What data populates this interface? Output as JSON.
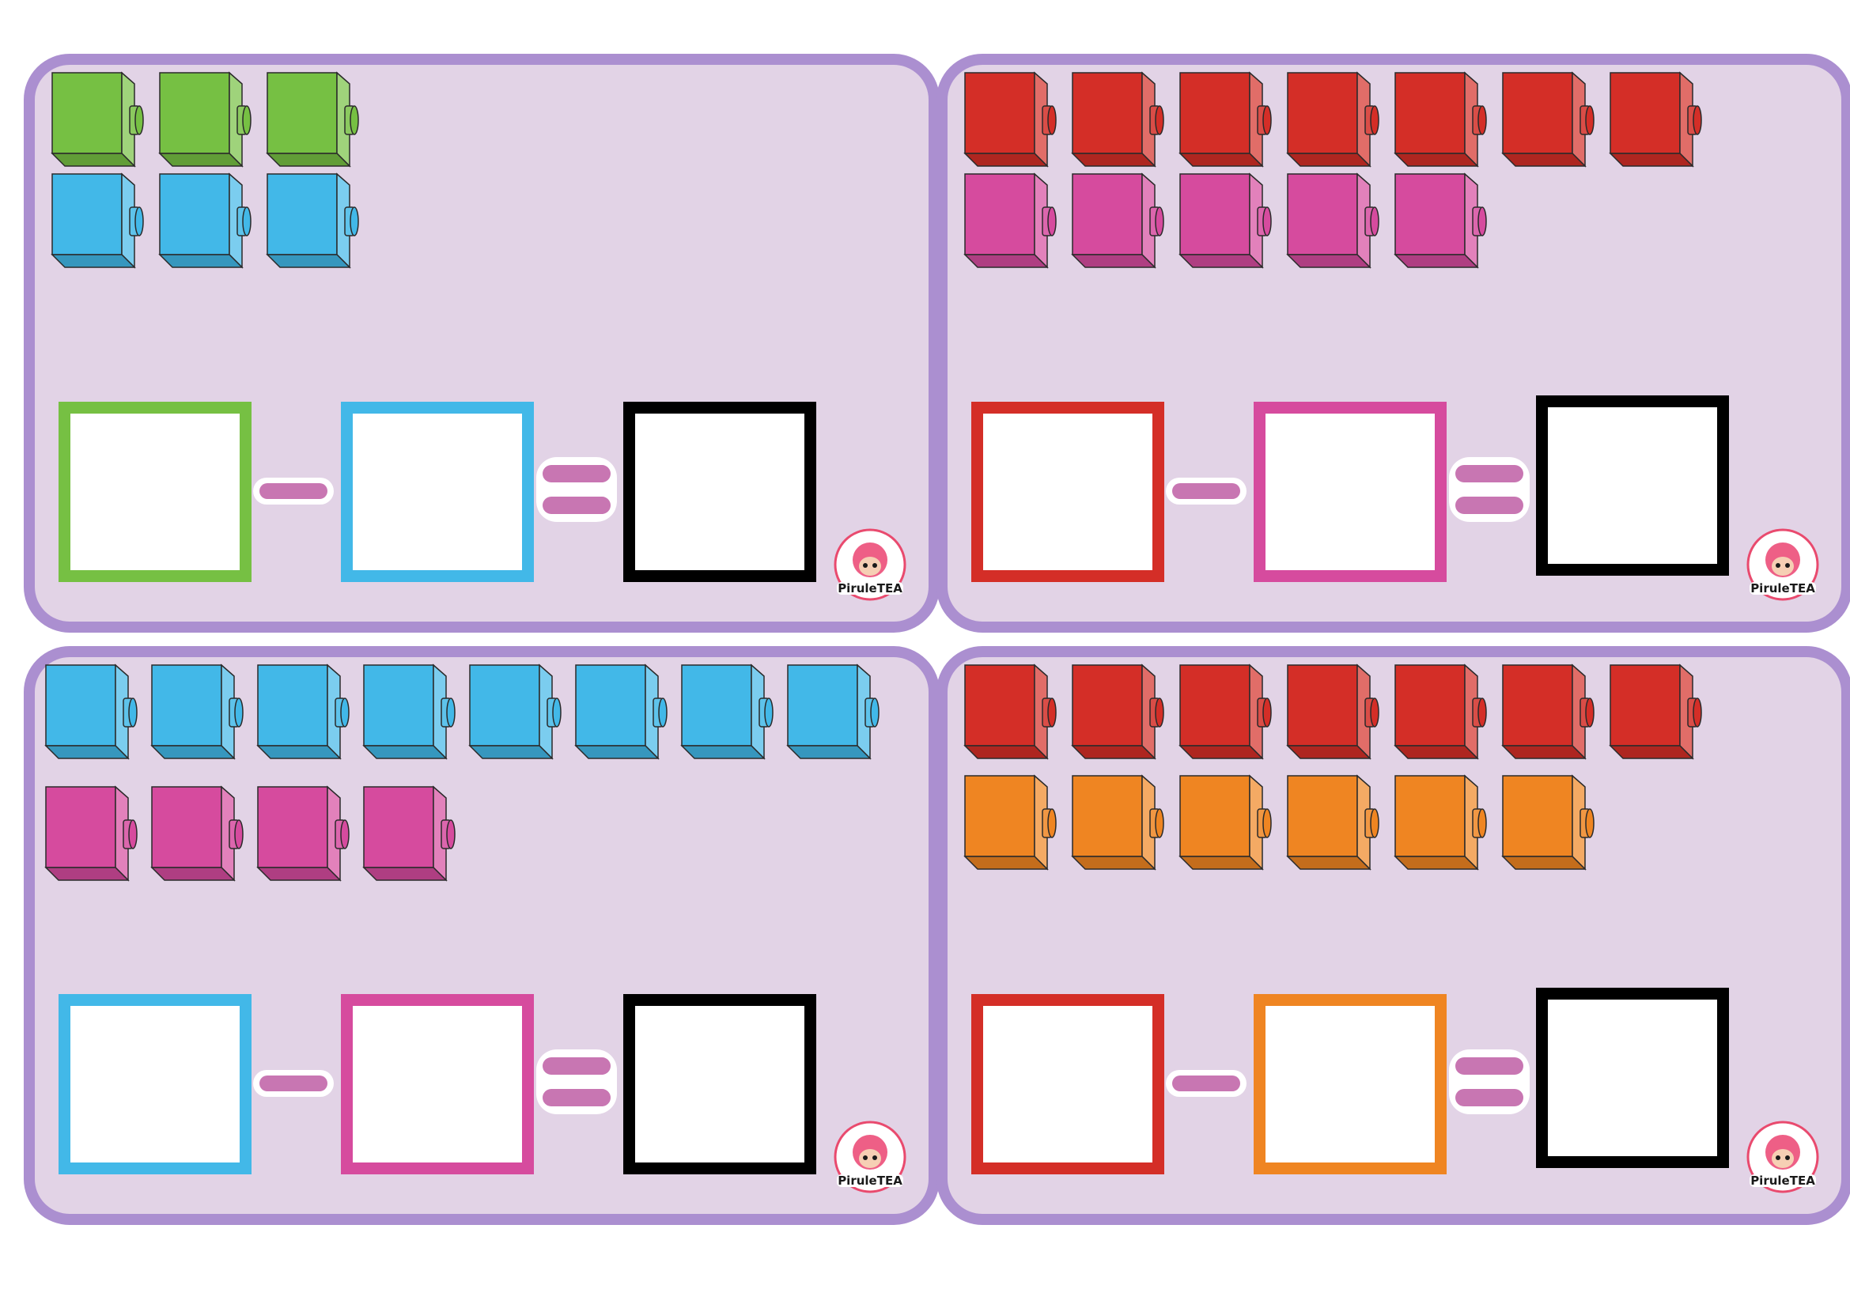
{
  "colors": {
    "card_bg": "#e2d3e6",
    "card_border": "#ab8fd0",
    "operator": "#c876b2",
    "green": "#76c043",
    "blue": "#42b8e8",
    "red": "#d42e27",
    "pink": "#d64b9e",
    "orange": "#ef8522",
    "black": "#000000"
  },
  "cards": [
    {
      "rows": [
        {
          "color": "green",
          "count": 3
        },
        {
          "color": "blue",
          "count": 3
        }
      ],
      "boxes": [
        "green",
        "blue",
        "black"
      ],
      "operator_minus": "minus-icon",
      "operator_equals": "equals-icon",
      "logo_text": "PiruleTEA"
    },
    {
      "rows": [
        {
          "color": "red",
          "count": 7
        },
        {
          "color": "pink",
          "count": 5
        }
      ],
      "boxes": [
        "red",
        "pink",
        "black"
      ],
      "operator_minus": "minus-icon",
      "operator_equals": "equals-icon",
      "logo_text": "PiruleTEA"
    },
    {
      "rows": [
        {
          "color": "blue",
          "count": 8
        },
        {
          "color": "pink",
          "count": 4
        }
      ],
      "boxes": [
        "blue",
        "pink",
        "black"
      ],
      "operator_minus": "minus-icon",
      "operator_equals": "equals-icon",
      "logo_text": "PiruleTEA"
    },
    {
      "rows": [
        {
          "color": "red",
          "count": 7
        },
        {
          "color": "orange",
          "count": 6
        }
      ],
      "boxes": [
        "red",
        "orange",
        "black"
      ],
      "operator_minus": "minus-icon",
      "operator_equals": "equals-icon",
      "logo_text": "PiruleTEA"
    }
  ]
}
